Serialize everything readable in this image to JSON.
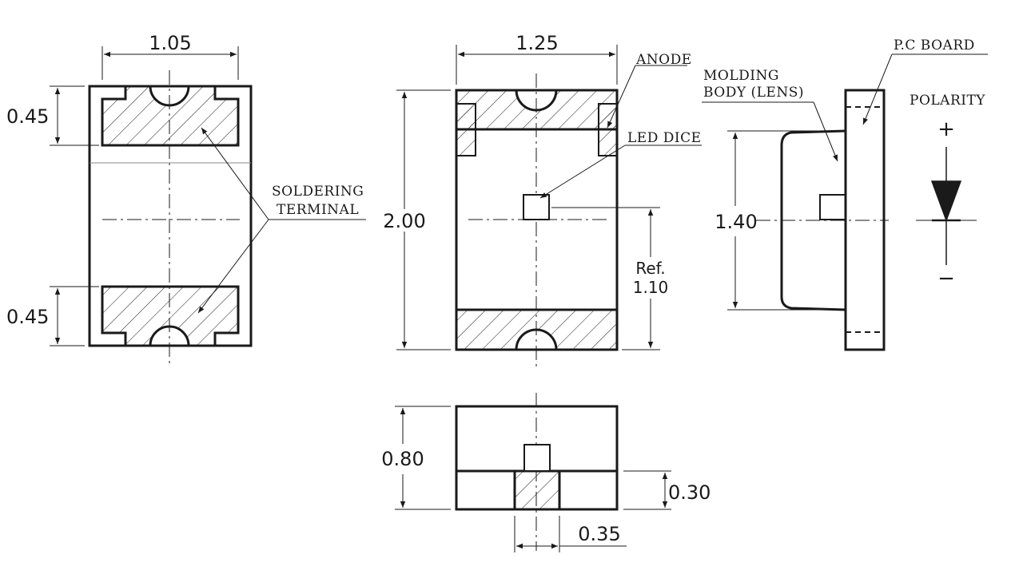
{
  "dimensions": {
    "left_width": "1.05",
    "left_top_pad": "0.45",
    "left_bottom_pad": "0.45",
    "center_width": "1.25",
    "center_height": "2.00",
    "dice_ref_label": "Ref.",
    "dice_ref_value": "1.10",
    "side_height": "1.40",
    "bottom_height": "0.80",
    "bottom_terminal_height": "0.30",
    "bottom_terminal_width": "0.35"
  },
  "labels": {
    "soldering_line1": "SOLDERING",
    "soldering_line2": "TERMINAL",
    "anode": "ANODE",
    "led_dice": "LED DICE",
    "molding_line1": "MOLDING",
    "molding_line2": "BODY (LENS)",
    "pc_board": "P.C BOARD",
    "polarity": "POLARITY",
    "plus": "+",
    "minus": "−"
  }
}
